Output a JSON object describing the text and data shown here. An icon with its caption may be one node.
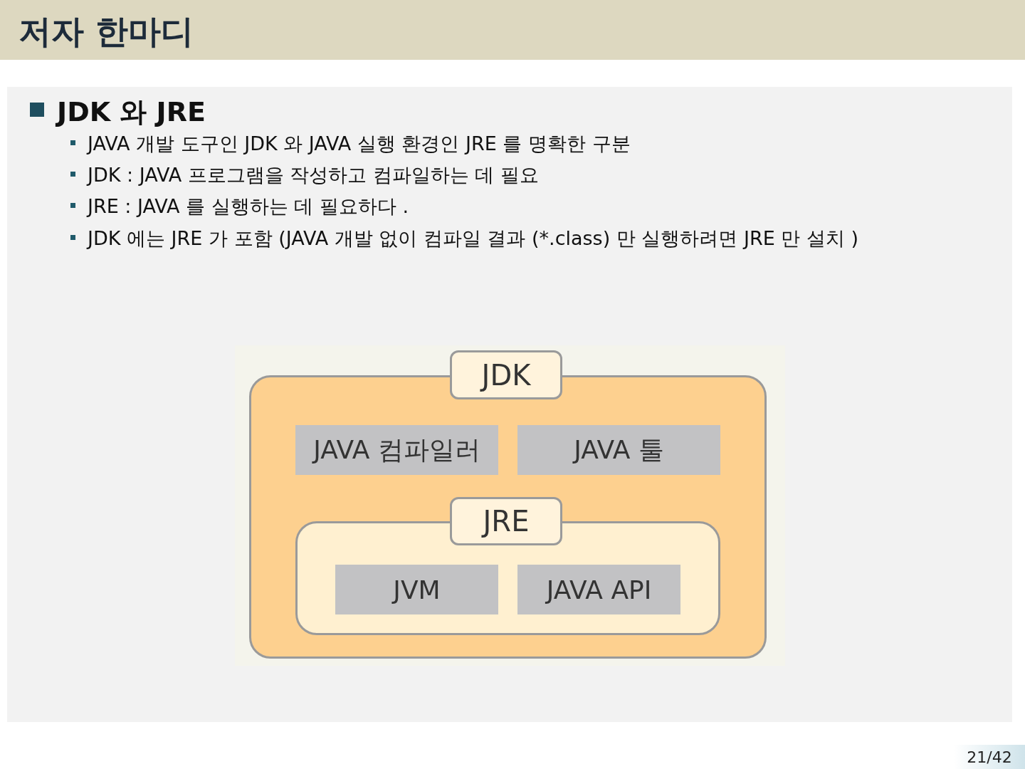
{
  "diagram": {
    "title": "저자 한마디",
    "nodes": [
      {
        "text": [
          "JDK"
        ]
      },
      {
        "text": [
          "JAVA 컴파일러"
        ],
        "in": 0
      },
      {
        "text": [
          "JAVA 툴"
        ],
        "in": 0
      },
      {
        "text": [
          "JRE"
        ],
        "in": 0
      },
      {
        "text": [
          "JVM"
        ],
        "in": 3
      },
      {
        "text": [
          "JAVA API"
        ],
        "in": 3
      }
    ],
    "edges": [],
    "labels": [
      "JDK 와 JRE",
      "JAVA 개발 도구인 JDK 와 JAVA 실행 환경인 JRE 를 명확한 구분",
      "JDK : JAVA 프로그램을 작성하고 컴파일하는 데 필요",
      "JRE : JAVA 를 실행하는 데 필요하다 .",
      "JDK 에는 JRE 가 포함 (JAVA 개발 없이 컴파일 결과 (*.class) 만 실행하려면 JRE 만 설치 )",
      "21/42"
    ]
  }
}
